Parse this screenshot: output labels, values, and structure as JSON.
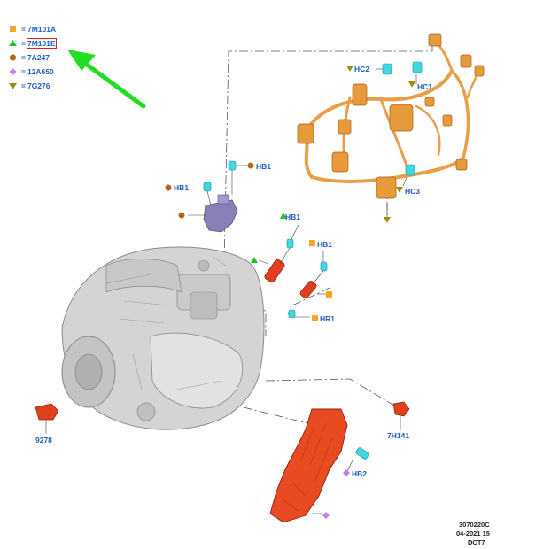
{
  "legend": [
    {
      "symbol": "orange-square",
      "color": "#f5a623",
      "code": "7M101A"
    },
    {
      "symbol": "green-triangle",
      "color": "#22c422",
      "code": "7M101E",
      "highlighted": true
    },
    {
      "symbol": "brown-circle",
      "color": "#b5651d",
      "code": "7A247"
    },
    {
      "symbol": "purple-diamond",
      "color": "#c07ef0",
      "code": "12A650"
    },
    {
      "symbol": "olive-triangle-down",
      "color": "#a08a10",
      "code": "7G276"
    }
  ],
  "legend_eq": "=",
  "callouts": {
    "hc2": "HC2",
    "hc1": "HC1",
    "hc3": "HC3",
    "hb1_top": "HB1",
    "hb1_left": "HB1",
    "hb1_mid": "HB1",
    "hb1_right": "HB1",
    "hr1": "HR1",
    "hb2": "HB2",
    "p9278": "9278",
    "p7h141": "7H141"
  },
  "footer": {
    "ref": "3070220C",
    "date": "04-2021 15",
    "model": "DCT7"
  },
  "colors": {
    "label_blue": "#1f5fbf",
    "arrow_green": "#22dd22",
    "harness_orange": "#e8a048",
    "part_red": "#e0401e",
    "connector_cyan": "#40d8e0",
    "module_purple": "#8a80b8"
  }
}
